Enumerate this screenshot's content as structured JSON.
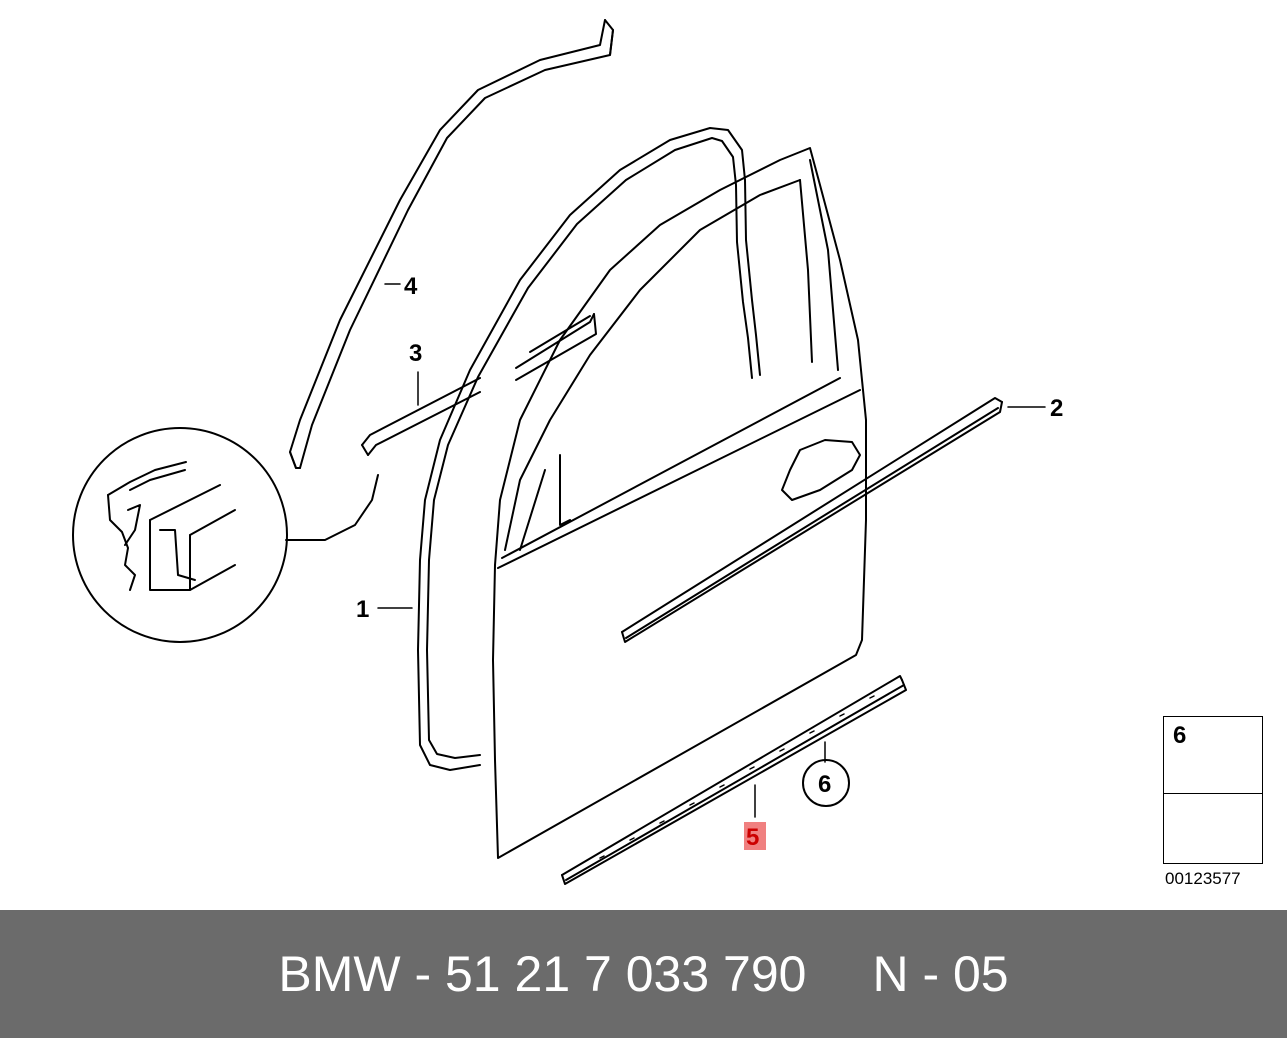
{
  "diagram": {
    "callouts": [
      {
        "id": "1",
        "label": "1"
      },
      {
        "id": "2",
        "label": "2"
      },
      {
        "id": "3",
        "label": "3"
      },
      {
        "id": "4",
        "label": "4"
      },
      {
        "id": "5",
        "label": "5",
        "highlighted": true
      },
      {
        "id": "6",
        "label": "6",
        "circled": true
      }
    ],
    "legend": {
      "label": "6"
    },
    "catalog_number": "00123577",
    "highlight_color": "#f08080"
  },
  "footer": {
    "part_text": "BMW - 51 21 7 033 790",
    "code_text": "N - 05",
    "background": "#6b6b6b"
  }
}
